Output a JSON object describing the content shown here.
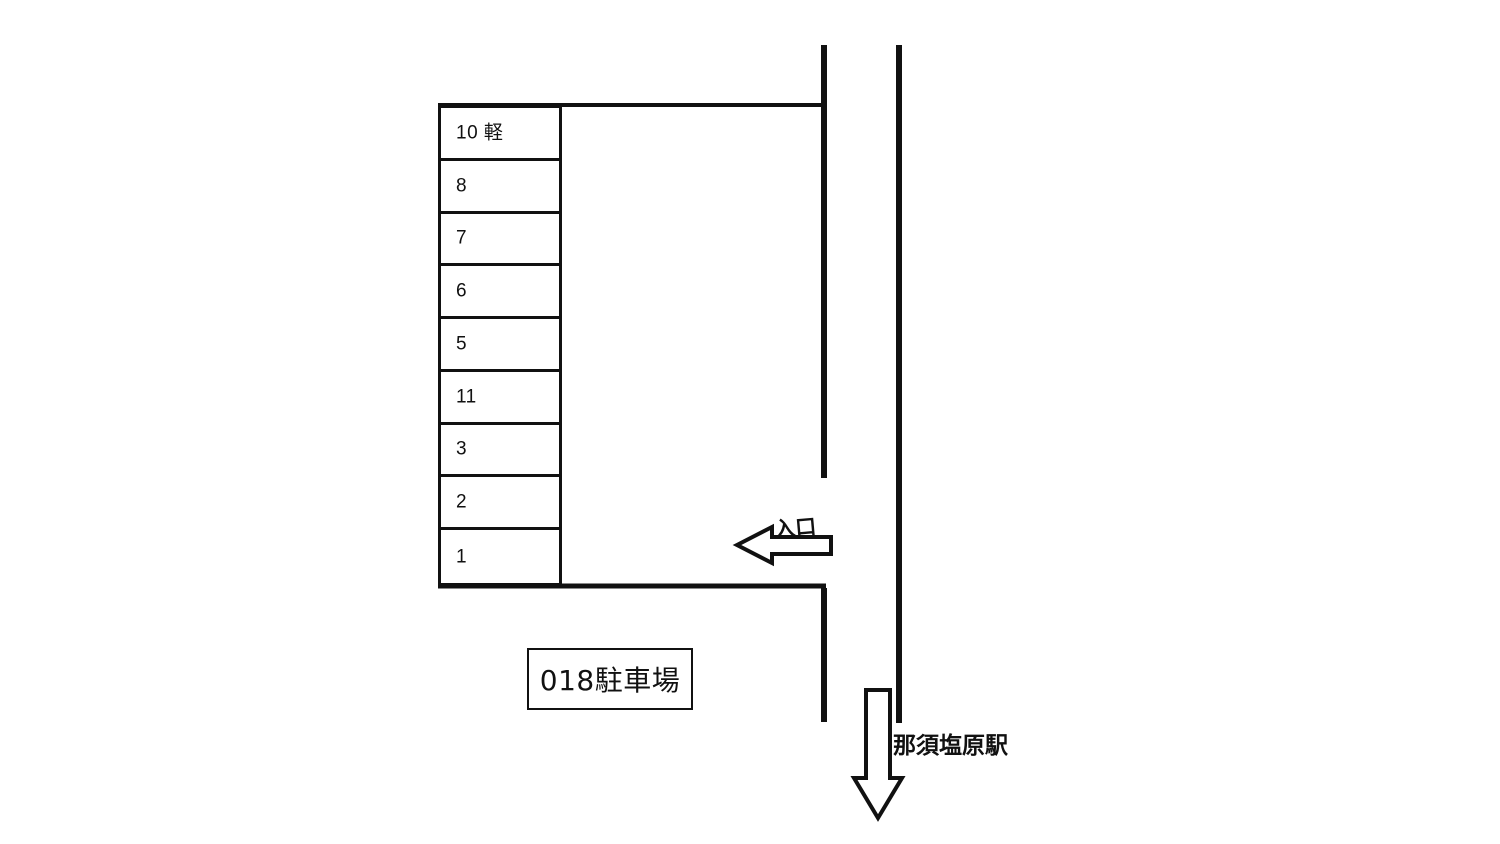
{
  "document": {
    "kind": "parking-lot-site-map",
    "title": "018駐車場"
  },
  "parking": {
    "title_plate": "018駐車場",
    "stalls": [
      {
        "label": "10 軽"
      },
      {
        "label": "8"
      },
      {
        "label": "7"
      },
      {
        "label": "6"
      },
      {
        "label": "5"
      },
      {
        "label": "11"
      },
      {
        "label": "3"
      },
      {
        "label": "2"
      },
      {
        "label": "1"
      }
    ]
  },
  "annotations": {
    "entrance_label": "入口",
    "station_label": "那須塩原駅"
  },
  "colors": {
    "ink": "#111111",
    "paper": "#ffffff"
  }
}
